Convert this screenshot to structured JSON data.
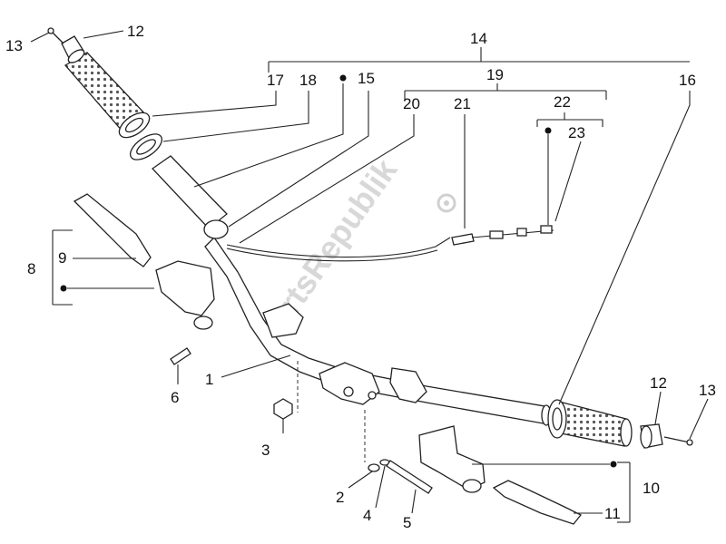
{
  "diagram": {
    "callouts": {
      "c1": "1",
      "c2": "2",
      "c3": "3",
      "c4": "4",
      "c5": "5",
      "c6": "6",
      "c8": "8",
      "c9": "9",
      "c10": "10",
      "c11": "11",
      "c12a": "12",
      "c12b": "12",
      "c13a": "13",
      "c13b": "13",
      "c14": "14",
      "c15": "15",
      "c16": "16",
      "c17": "17",
      "c18": "18",
      "c19": "19",
      "c20": "20",
      "c21": "21",
      "c22": "22",
      "c23": "23"
    },
    "watermark": "PartsRepublik"
  }
}
